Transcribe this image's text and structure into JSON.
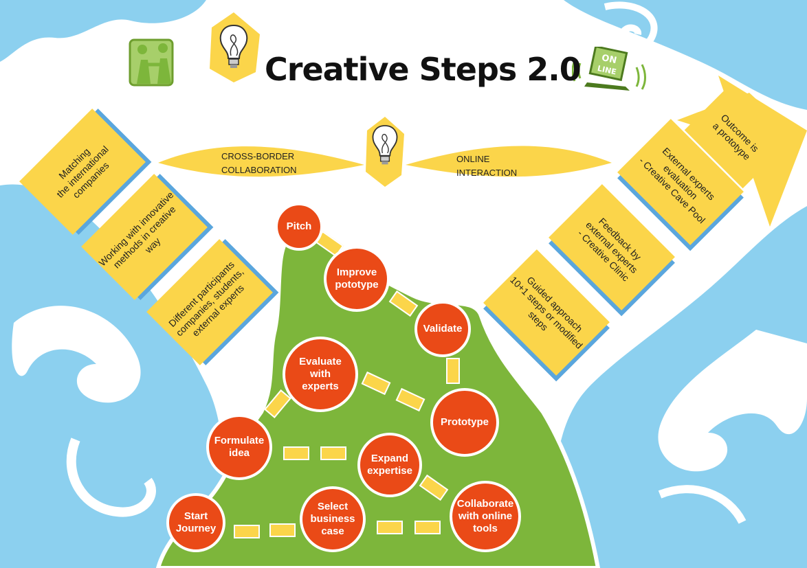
{
  "title": "Creative Steps 2.0",
  "colors": {
    "water": "#8cd0ef",
    "land": "#7db63b",
    "card": "#fbd54a",
    "node": "#ea4a17",
    "shadow": "#5aa6dd"
  },
  "icons": [
    "handshake-icon",
    "lightbulb-icon",
    "online-laptop-icon"
  ],
  "collaboration_band": {
    "left_label": "CROSS-BORDER\nCOLLABORATION",
    "right_label": "ONLINE\nINTERACTION"
  },
  "left_cards": [
    {
      "text": "Matching\nthe international\ncompanies"
    },
    {
      "text": "Working with innovative\nmethods in creative way"
    },
    {
      "text": "Different participants\ncompanies, students,\nexternal experts"
    }
  ],
  "right_cards": [
    {
      "text": "Guided approach\n10+1 steps or modified\nsteps"
    },
    {
      "text": "Feedback by\nexternal experts\n- Creative Clinic"
    },
    {
      "text": "External experts\nevaluation\n- Creative Cave Pool"
    },
    {
      "text": "Outcome is\na prototype"
    }
  ],
  "steps": [
    {
      "label": "Start\nJourney"
    },
    {
      "label": "Select\nbusiness\ncase"
    },
    {
      "label": "Collaborate\nwith online\ntools"
    },
    {
      "label": "Expand\nexpertise"
    },
    {
      "label": "Formulate\nidea"
    },
    {
      "label": "Evaluate\nwith\nexperts"
    },
    {
      "label": "Prototype"
    },
    {
      "label": "Validate"
    },
    {
      "label": "Improve\npototype"
    },
    {
      "label": "Pitch"
    }
  ]
}
